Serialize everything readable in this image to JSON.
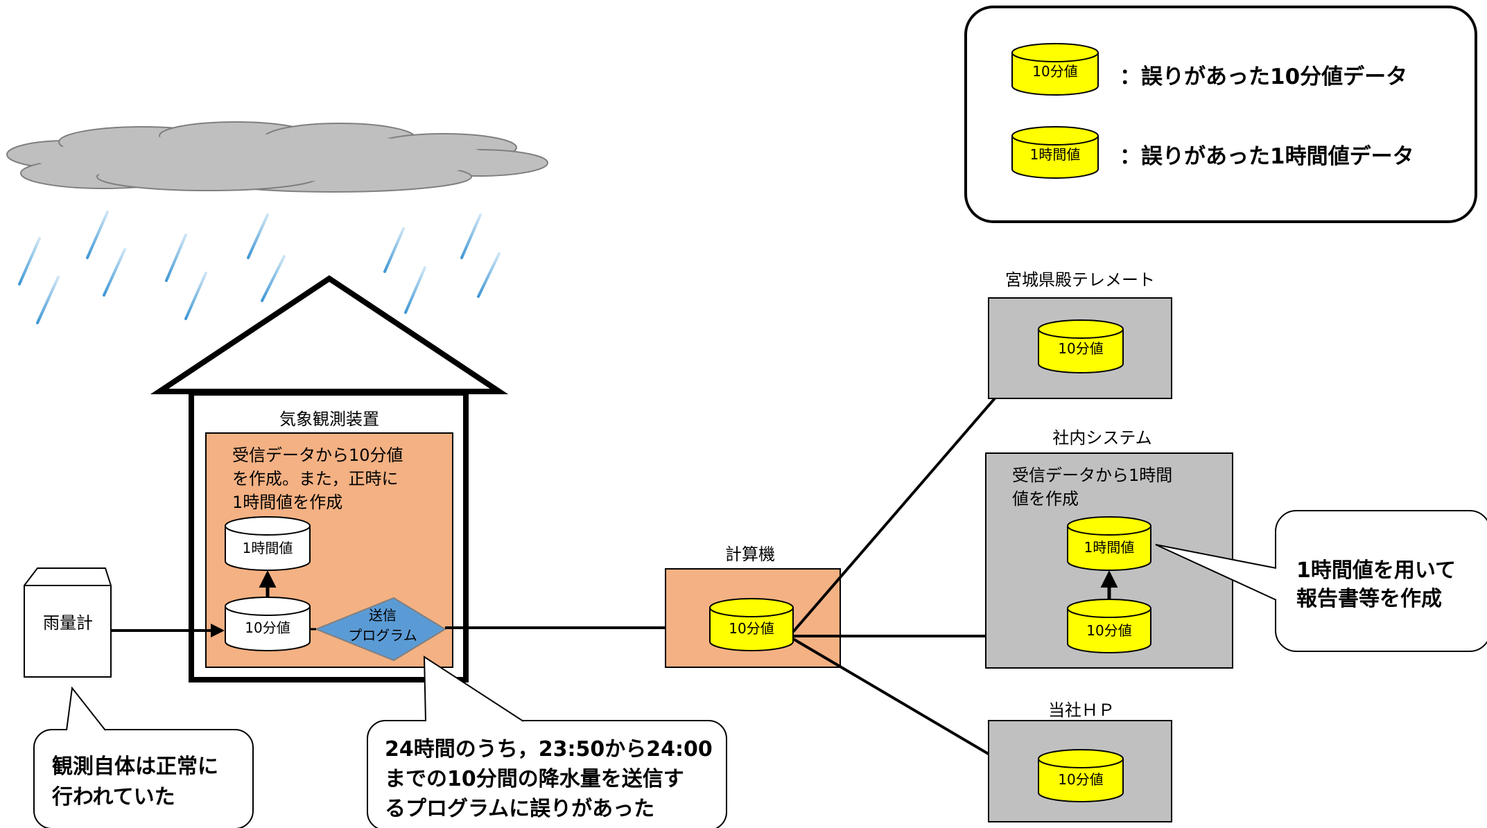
{
  "legend": {
    "cyl1_label": "10分値",
    "desc1": "：誤りがあった10分値データ",
    "cyl2_label": "1時間値",
    "desc2": "：誤りがあった1時間値データ"
  },
  "rain_gauge": {
    "label": "雨量計"
  },
  "callout_left": {
    "line1": "観測自体は正常に",
    "line2": "行われていた"
  },
  "station": {
    "title": "気象観測装置",
    "desc_line1": "受信データから10分値",
    "desc_line2": "を作成。また，正時に",
    "desc_line3": "1時間値を作成",
    "cyl_hour": "1時間値",
    "cyl_ten": "10分値",
    "program_line1": "送信",
    "program_line2": "プログラム"
  },
  "callout_center": {
    "line1": "24時間のうち，23:50から24:00",
    "line2": "までの10分間の降水量を送信す",
    "line3": "るプログラムに誤りがあった"
  },
  "computer": {
    "title": "計算機",
    "cyl": "10分値"
  },
  "telemeter": {
    "title": "宮城県殿テレメート",
    "cyl": "10分値"
  },
  "internal": {
    "title": "社内システム",
    "desc_line1": "受信データから1時間",
    "desc_line2": "値を作成",
    "cyl_hour": "1時間値",
    "cyl_ten": "10分値"
  },
  "callout_right": {
    "line1": "1時間値を用いて",
    "line2": "報告書等を作成"
  },
  "homepage": {
    "title": "当社ＨＰ",
    "cyl": "10分値"
  },
  "colors": {
    "error_yellow": "#ffff00",
    "orange_fill": "#f4b183",
    "gray_fill": "#c0c0c0",
    "diamond_fill": "#5b9bd5",
    "rain_blue": "#4a9fd8",
    "cloud_fill": "#bfbfbf"
  }
}
